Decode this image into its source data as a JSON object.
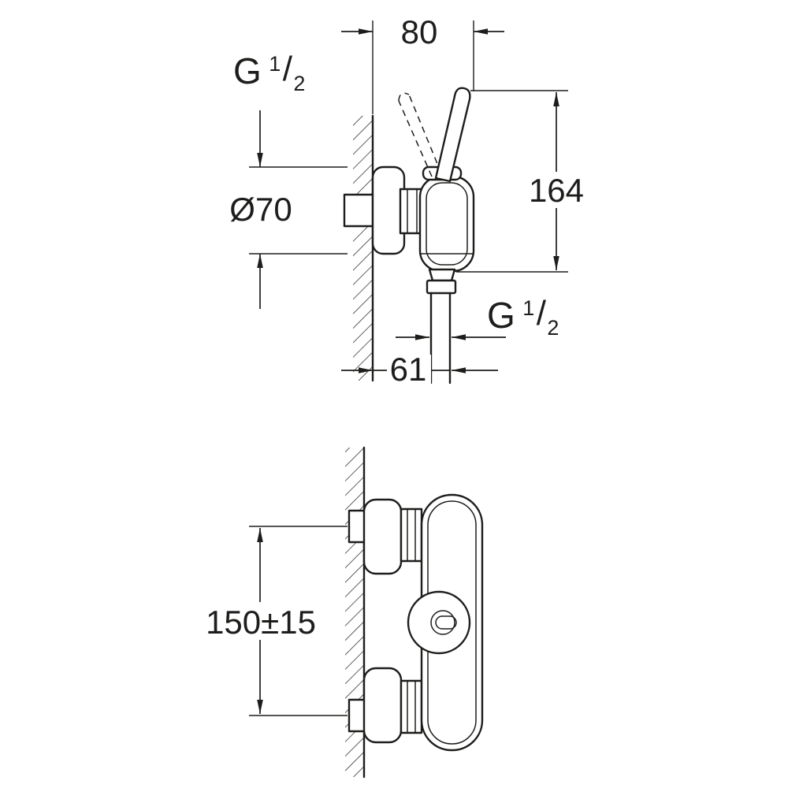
{
  "colors": {
    "line": "#1d1d1b",
    "background": "#ffffff"
  },
  "labels": {
    "depth_mm": "80",
    "escutcheon_diameter": "Ø70",
    "height_mm": "164",
    "outlet_offset_mm": "61",
    "connection_spacing_mm": "150±15",
    "thread": {
      "g": "G",
      "numerator": "1",
      "slash": "/",
      "denominator": "2"
    }
  }
}
